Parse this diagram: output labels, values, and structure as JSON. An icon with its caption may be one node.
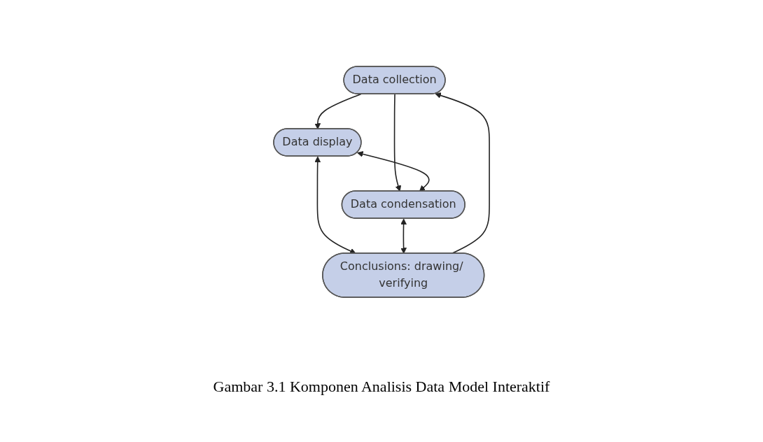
{
  "diagram": {
    "caption": "Gambar 3.1 Komponen Analisis Data Model Interaktif",
    "nodes": [
      {
        "text": [
          "Data collection"
        ]
      },
      {
        "text": [
          "Data display"
        ]
      },
      {
        "text": [
          "Data condensation"
        ]
      },
      {
        "text": [
          "Conclusions: drawing/ verifying"
        ]
      }
    ],
    "edges": [
      {
        "from": 0,
        "to": 1,
        "arrow": "to"
      },
      {
        "from": 0,
        "to": 2,
        "arrow": "to"
      },
      {
        "from": 1,
        "to": 2,
        "arrow": "both"
      },
      {
        "from": 3,
        "to": 0,
        "arrow": "to"
      },
      {
        "from": 1,
        "to": 3,
        "arrow": "both"
      },
      {
        "from": 2,
        "to": 3,
        "arrow": "both"
      }
    ]
  }
}
